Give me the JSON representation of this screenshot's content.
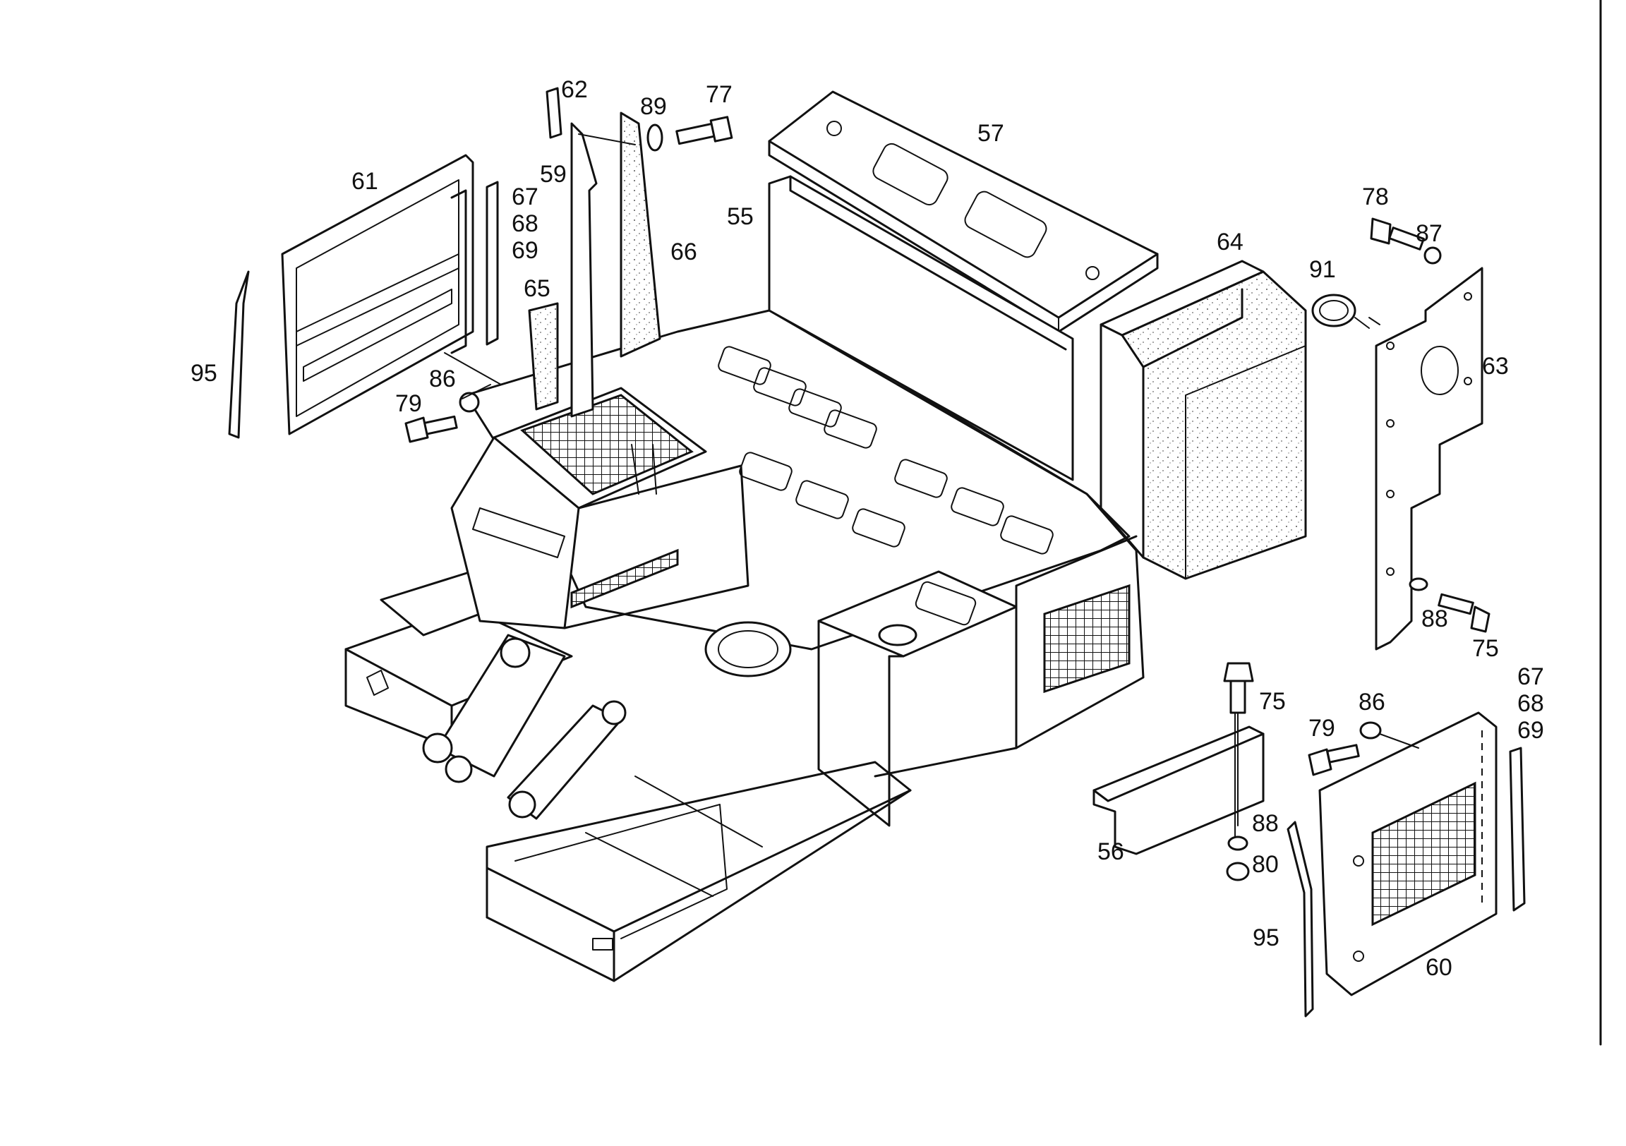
{
  "part_labels": {
    "p55": "55",
    "p56": "56",
    "p57": "57",
    "p59": "59",
    "p60": "60",
    "p61": "61",
    "p62": "62",
    "p63": "63",
    "p64": "64",
    "p65": "65",
    "p66": "66",
    "p67_a": "67",
    "p68_a": "68",
    "p69_a": "69",
    "p67_b": "67",
    "p68_b": "68",
    "p69_b": "69",
    "p75_a": "75",
    "p75_b": "75",
    "p77": "77",
    "p78": "78",
    "p79_a": "79",
    "p79_b": "79",
    "p80": "80",
    "p86_a": "86",
    "p86_b": "86",
    "p87": "87",
    "p88_a": "88",
    "p88_b": "88",
    "p89": "89",
    "p91": "91",
    "p95_a": "95",
    "p95_b": "95"
  },
  "colors": {
    "ink": "#111111",
    "paper": "#ffffff"
  }
}
